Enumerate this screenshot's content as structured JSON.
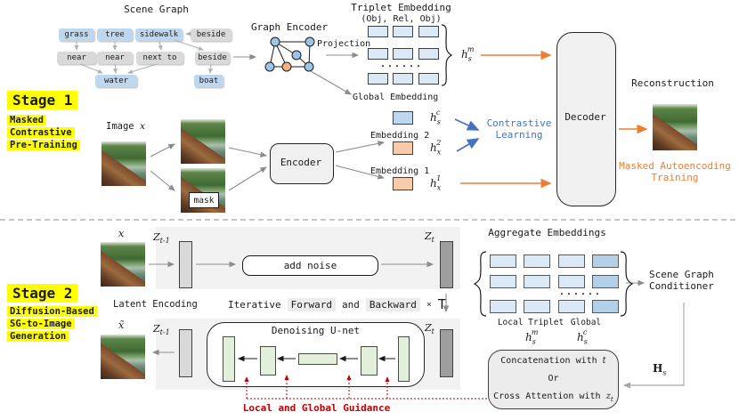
{
  "stage1": {
    "badge": "Stage 1",
    "subtitle": [
      "Masked",
      "Contrastive",
      "Pre-Training"
    ],
    "scene_graph": {
      "title": "Scene Graph",
      "row1": [
        "grass",
        "tree",
        "sidewalk",
        "beside"
      ],
      "row2": [
        "near",
        "near",
        "next to",
        "beside"
      ],
      "row3": [
        "water",
        "boat"
      ]
    },
    "graph_encoder_label": "Graph Encoder",
    "projection_label": "Projection",
    "triplet": {
      "title": "Triplet Embedding",
      "subtitle": "(Obj, Rel, Obj)",
      "dots": "......"
    },
    "hsm": {
      "base": "h",
      "sub": "s",
      "sup": "m"
    },
    "global_embedding_label": "Global Embedding",
    "hsc": {
      "base": "h",
      "sub": "s",
      "sup": "c"
    },
    "embedding2_label": "Embedding 2",
    "hx2": {
      "base": "h",
      "sub": "x",
      "sup": "2"
    },
    "embedding1_label": "Embedding 1",
    "hx1": {
      "base": "h",
      "sub": "x",
      "sup": "1"
    },
    "contrastive": [
      "Contrastive",
      "Learning"
    ],
    "image_label": {
      "text": "Image",
      "var": "x"
    },
    "mask_label": "mask",
    "encoder_label": "Encoder",
    "decoder_label": "Decoder",
    "reconstruction_label": "Reconstruction",
    "mae": [
      "Masked Autoencoding",
      "Training"
    ]
  },
  "stage2": {
    "badge": "Stage 2",
    "subtitle": [
      "Diffusion-Based",
      "SG-to-Image",
      "Generation"
    ],
    "x_label": "x",
    "xtilde_label": "x̃",
    "zt1": {
      "base": "Z",
      "sub": "t-1"
    },
    "zt": {
      "base": "Z",
      "sub": "t"
    },
    "latent_encoding": "Latent Encoding",
    "add_noise": "add noise",
    "iterative": {
      "a": "Iterative",
      "b": "Forward",
      "c": "and",
      "d": "Backward",
      "times": "×",
      "T": "T"
    },
    "denoising": "Denoising U-net",
    "guidance": "Local and Global Guidance",
    "aggregate_title": "Aggregate Embeddings",
    "dots": "......",
    "col_local_triplet": "Local Triplet",
    "col_global": "Global",
    "hsm": {
      "base": "h",
      "sub": "s",
      "sup": "m"
    },
    "hsc": {
      "base": "h",
      "sub": "s",
      "sup": "c"
    },
    "conditioner": [
      "Scene Graph",
      "Conditioner"
    ],
    "Hs": {
      "base": "H",
      "sub": "s"
    },
    "concat": {
      "line1_pre": "Concatenation with ",
      "line1_var": "t",
      "line2": "Or",
      "line3_pre": "Cross Attention with ",
      "line3_var": "z",
      "line3_sub": "t"
    }
  },
  "colors": {
    "highlight": "#ffff00",
    "orange": "#ed7d31",
    "blue": "#4472c4",
    "red": "#c00000",
    "node_blue": "#bdd7ee",
    "node_gray": "#d9d9d9",
    "box_blue": "#dbe9f6",
    "box_orange": "#f8cbad",
    "panel_gray": "#f2f2f2",
    "unet_green": "#e2efda"
  }
}
